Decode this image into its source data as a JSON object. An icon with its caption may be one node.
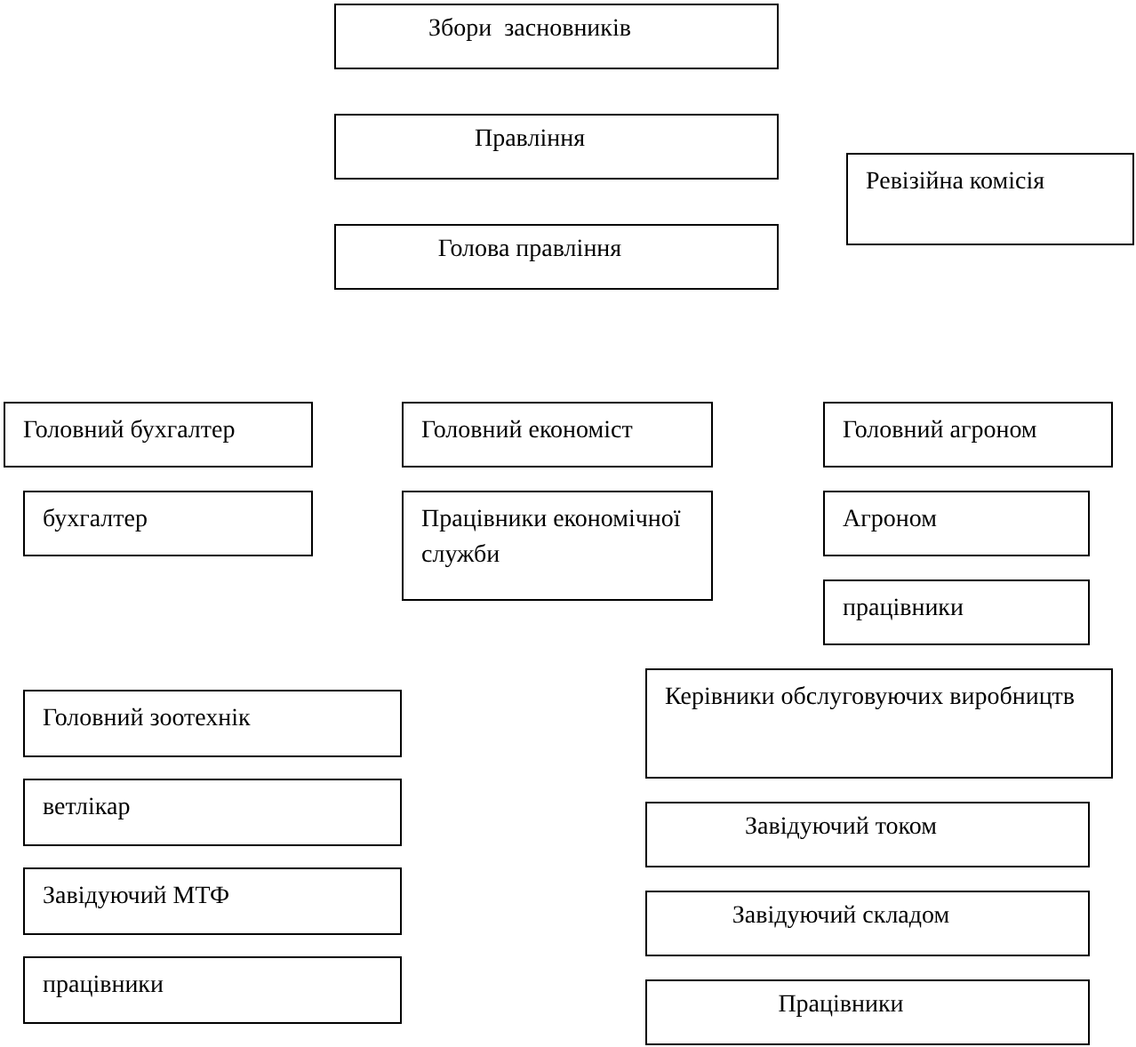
{
  "diagram": {
    "nodes": [
      {
        "text": [
          "Збори  засновників"
        ]
      },
      {
        "text": [
          "Правління"
        ]
      },
      {
        "text": [
          "Голова правління"
        ]
      },
      {
        "text": [
          "Ревізійна комісія"
        ]
      },
      {
        "text": [
          "Головний бухгалтер"
        ]
      },
      {
        "text": [
          "Головний економіст"
        ]
      },
      {
        "text": [
          "Головний агроном"
        ]
      },
      {
        "text": [
          "бухгалтер"
        ]
      },
      {
        "text": [
          "Працівники економічної служби"
        ]
      },
      {
        "text": [
          "Агроном"
        ]
      },
      {
        "text": [
          "працівники"
        ]
      },
      {
        "text": [
          "Головний зоотехнік"
        ]
      },
      {
        "text": [
          "Керівники обслуговуючих виробництв"
        ]
      },
      {
        "text": [
          "ветлікар"
        ]
      },
      {
        "text": [
          "Завідуючий током"
        ]
      },
      {
        "text": [
          "Завідуючий МТФ"
        ]
      },
      {
        "text": [
          "Завідуючий складом"
        ]
      },
      {
        "text": [
          "працівники"
        ]
      },
      {
        "text": [
          "Працівники"
        ]
      }
    ]
  }
}
